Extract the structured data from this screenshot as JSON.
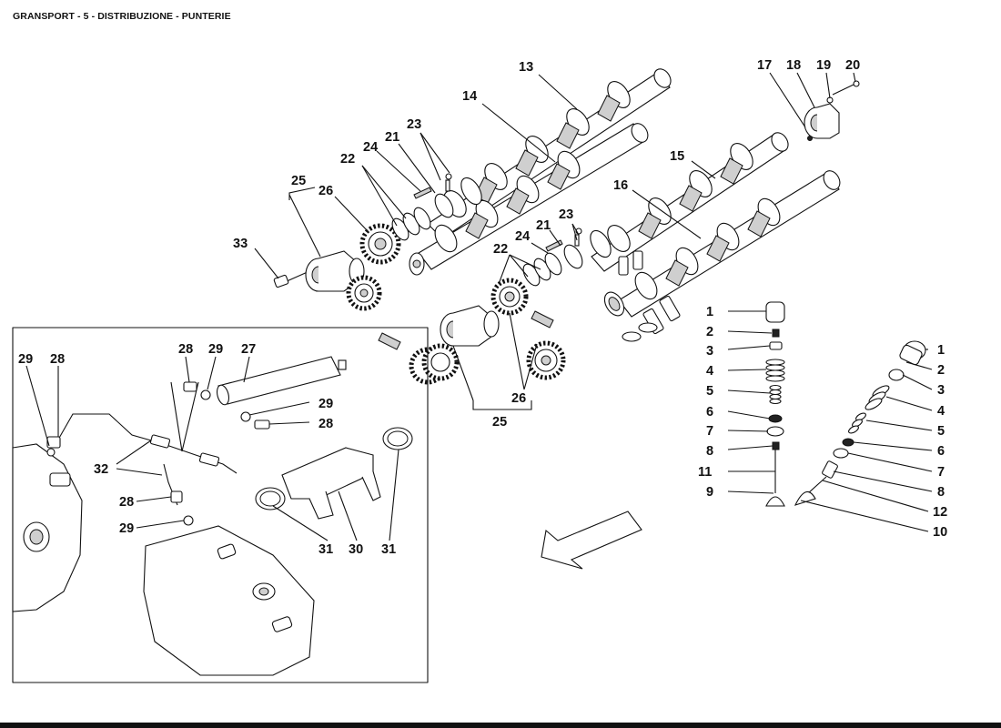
{
  "title": "GRANSPORT - 5 - DISTRIBUZIONE - PUNTERIE",
  "callouts": {
    "c13": "13",
    "c14": "14",
    "c15": "15",
    "c16": "16",
    "c17": "17",
    "c18": "18",
    "c19": "19",
    "c20": "20",
    "c21a": "21",
    "c23a": "23",
    "c24a": "24",
    "c22a": "22",
    "c25a": "25",
    "c26a": "26",
    "c33": "33",
    "c21b": "21",
    "c23b": "23",
    "c24b": "24",
    "c22b": "22",
    "c26b": "26",
    "c25b": "25",
    "v1a": "1",
    "v2a": "2",
    "v3a": "3",
    "v4a": "4",
    "v5a": "5",
    "v6a": "6",
    "v7a": "7",
    "v8a": "8",
    "v11a": "11",
    "v9a": "9",
    "v1b": "1",
    "v2b": "2",
    "v3b": "3",
    "v4b": "4",
    "v5b": "5",
    "v6b": "6",
    "v7b": "7",
    "v8b": "8",
    "v12b": "12",
    "v10b": "10",
    "i29a": "29",
    "i28a": "28",
    "i28b": "28",
    "i29b": "29",
    "i27": "27",
    "i29c": "29",
    "i28c": "28",
    "i32": "32",
    "i28d": "28",
    "i29d": "29",
    "i31a": "31",
    "i30": "30",
    "i31b": "31"
  }
}
